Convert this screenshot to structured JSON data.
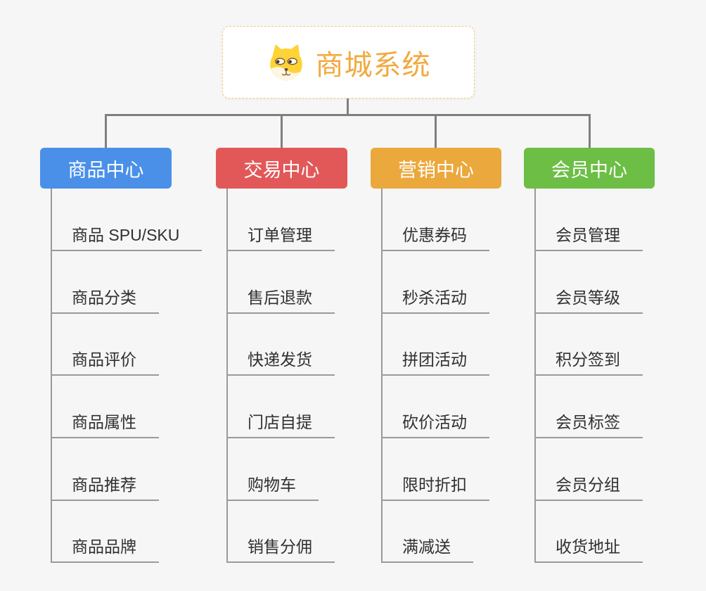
{
  "root": {
    "title": "商城系统",
    "icon": "dog-emoji-icon"
  },
  "branches": [
    {
      "label": "商品中心",
      "color": "#4a90e8",
      "children": [
        "商品 SPU/SKU",
        "商品分类",
        "商品评价",
        "商品属性",
        "商品推荐",
        "商品品牌"
      ]
    },
    {
      "label": "交易中心",
      "color": "#e25858",
      "children": [
        "订单管理",
        "售后退款",
        "快递发货",
        "门店自提",
        "购物车",
        "销售分佣"
      ]
    },
    {
      "label": "营销中心",
      "color": "#eba83c",
      "children": [
        "优惠券码",
        "秒杀活动",
        "拼团活动",
        "砍价活动",
        "限时折扣",
        "满减送"
      ]
    },
    {
      "label": "会员中心",
      "color": "#6cbe45",
      "children": [
        "会员管理",
        "会员等级",
        "积分签到",
        "会员标签",
        "会员分组",
        "收货地址"
      ]
    }
  ],
  "colors": {
    "canvas_background": "#f5f6f5",
    "root_border": "#f6c882",
    "root_text": "#f2a93f",
    "connector": "#7f7f7f",
    "child_line": "#9a9a9a",
    "child_text": "#303030"
  }
}
